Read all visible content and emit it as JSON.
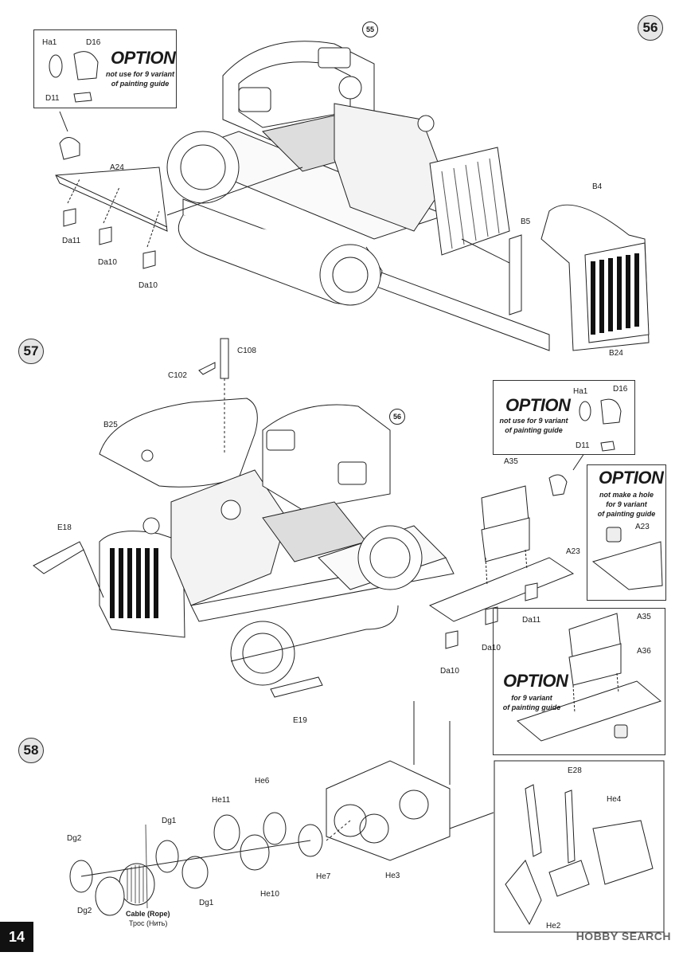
{
  "page": {
    "number": "14",
    "watermark": "HOBBY SEARCH"
  },
  "steps": {
    "s56": "56",
    "s57": "57",
    "s58": "58"
  },
  "refs": {
    "r55": "55",
    "r56": "56"
  },
  "option_box_1": {
    "title": "OPTION",
    "note1": "not use for 9 variant",
    "note2": "of painting guide",
    "parts": {
      "ha1": "Ha1",
      "d16": "D16",
      "d11": "D11"
    }
  },
  "option_box_2": {
    "title": "OPTION",
    "note1": "not use for 9 variant",
    "note2": "of painting guide",
    "parts": {
      "ha1": "Ha1",
      "d16": "D16",
      "d11": "D11"
    }
  },
  "option_box_3": {
    "title": "OPTION",
    "note1": "not make a hole",
    "note2": "for 9 variant",
    "note3": "of painting guide",
    "parts": {
      "a23": "A23"
    }
  },
  "option_box_4": {
    "title": "OPTION",
    "note1": "for 9 variant",
    "note2": "of painting guide",
    "parts": {
      "a35": "A35",
      "a36": "A36"
    }
  },
  "step56_parts": {
    "a24": "A24",
    "da11": "Da11",
    "da10a": "Da10",
    "da10b": "Da10",
    "b4": "B4",
    "b5": "B5",
    "b24": "B24"
  },
  "step57_parts": {
    "c108": "C108",
    "c102": "C102",
    "b25": "B25",
    "e18": "E18",
    "a35": "A35",
    "a23": "A23",
    "da11": "Da11",
    "da10a": "Da10",
    "da10b": "Da10",
    "e19": "E19"
  },
  "step58_parts": {
    "he6": "He6",
    "he11": "He11",
    "dg1a": "Dg1",
    "dg1b": "Dg1",
    "dg2a": "Dg2",
    "dg2b": "Dg2",
    "he10": "He10",
    "he7": "He7",
    "he3": "He3",
    "e28": "E28",
    "he4": "He4",
    "he2": "He2",
    "cable": "Cable (Rope)",
    "cable_ru": "Трос (Нить)"
  }
}
